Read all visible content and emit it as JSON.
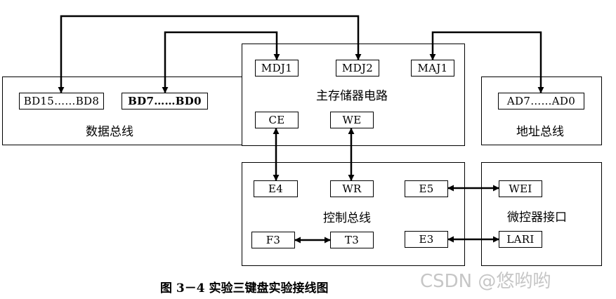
{
  "panels": {
    "data_bus": "数据总线",
    "main_memory": "主存储器电路",
    "address_bus": "地址总线",
    "control_bus": "控制总线",
    "micro_interface": "微控器接口"
  },
  "boxes": {
    "bd15_bd8": "BD15……BD8",
    "bd7_bd0": "BD7……BD0",
    "mdj1": "MDJ1",
    "mdj2": "MDJ2",
    "maj1": "MAJ1",
    "ad7_ad0": "AD7……AD0",
    "ce": "CE",
    "we": "WE",
    "e4": "E4",
    "wr": "WR",
    "e5": "E5",
    "f3": "F3",
    "t3": "T3",
    "e3": "E3",
    "wei": "WEI",
    "lari": "LARI"
  },
  "caption": "图 3－4  实验三键盘实验接线图",
  "watermark": "CSDN @悠哟哟"
}
